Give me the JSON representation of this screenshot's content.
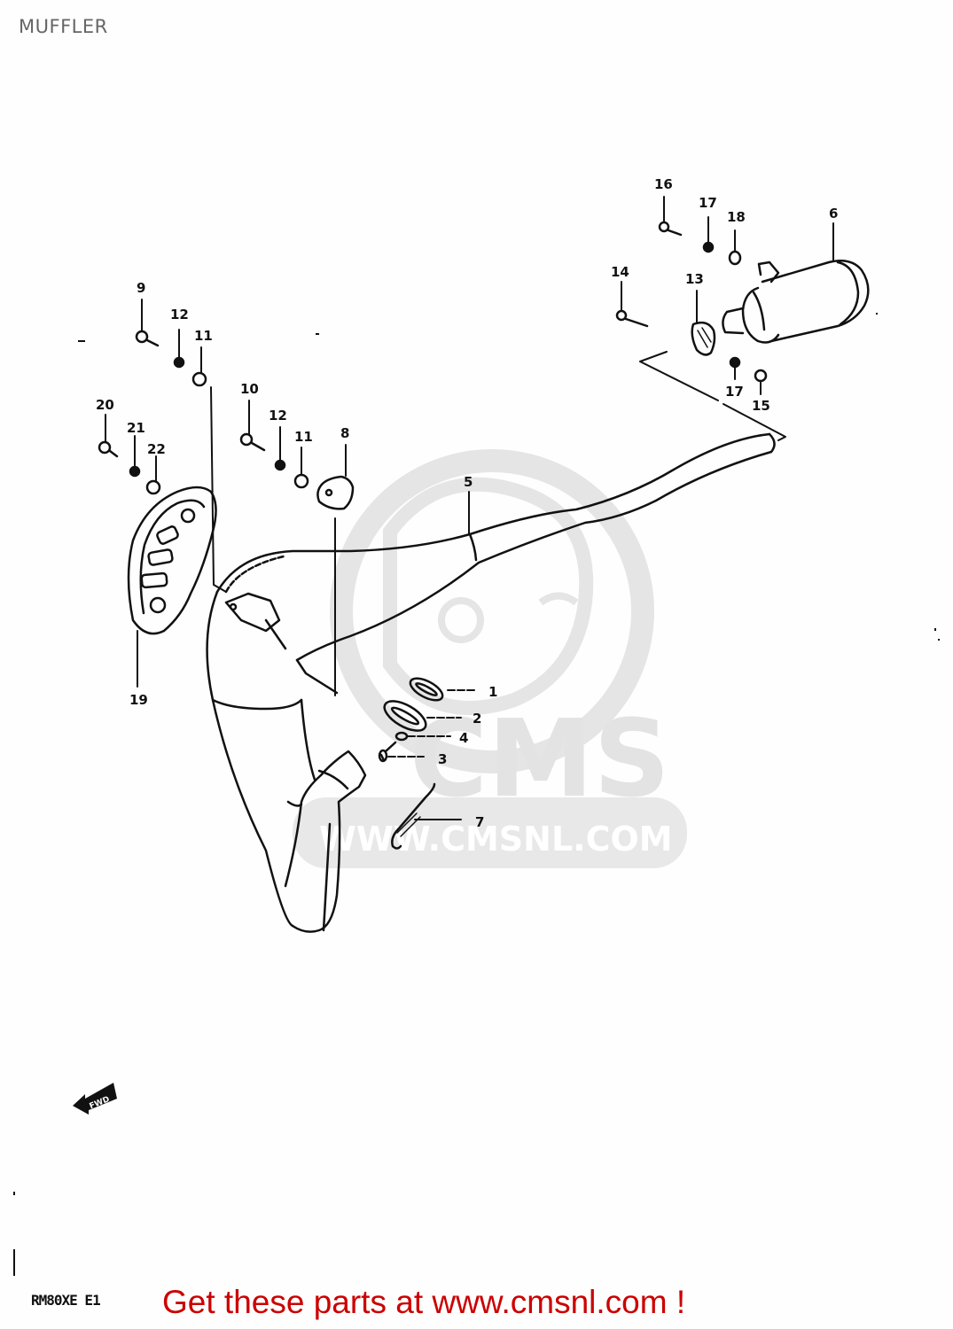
{
  "page": {
    "title": "MUFFLER"
  },
  "diagram": {
    "model_code": "RM80XE E1",
    "front_indicator": "FWD",
    "watermark": {
      "brand": "CMS",
      "url": "WWW.CMSNL.COM"
    },
    "callouts": [
      {
        "id": "1",
        "label": "1"
      },
      {
        "id": "2",
        "label": "2"
      },
      {
        "id": "3",
        "label": "3"
      },
      {
        "id": "4",
        "label": "4"
      },
      {
        "id": "5",
        "label": "5"
      },
      {
        "id": "6",
        "label": "6"
      },
      {
        "id": "7",
        "label": "7"
      },
      {
        "id": "8",
        "label": "8"
      },
      {
        "id": "9",
        "label": "9"
      },
      {
        "id": "10",
        "label": "10"
      },
      {
        "id": "11a",
        "label": "11"
      },
      {
        "id": "11b",
        "label": "11"
      },
      {
        "id": "12a",
        "label": "12"
      },
      {
        "id": "12b",
        "label": "12"
      },
      {
        "id": "13",
        "label": "13"
      },
      {
        "id": "14",
        "label": "14"
      },
      {
        "id": "15",
        "label": "15"
      },
      {
        "id": "16",
        "label": "16"
      },
      {
        "id": "17a",
        "label": "17"
      },
      {
        "id": "17b",
        "label": "17"
      },
      {
        "id": "18",
        "label": "18"
      },
      {
        "id": "19",
        "label": "19"
      },
      {
        "id": "20",
        "label": "20"
      },
      {
        "id": "21",
        "label": "21"
      },
      {
        "id": "22",
        "label": "22"
      }
    ]
  },
  "footer": {
    "cta": "Get these parts at www.cmsnl.com !"
  }
}
